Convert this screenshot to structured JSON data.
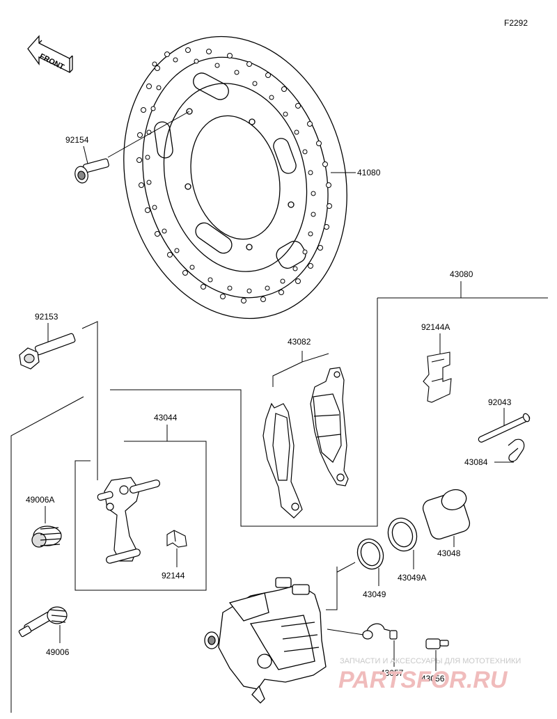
{
  "figure_code": "F2292",
  "front_label": "FRONT",
  "parts": {
    "p92154": "92154",
    "p41080": "41080",
    "p43080": "43080",
    "p92153": "92153",
    "p92144A": "92144A",
    "p43082": "43082",
    "p92043": "92043",
    "p43044": "43044",
    "p43084": "43084",
    "p49006A": "49006A",
    "p43048": "43048",
    "p92144": "92144",
    "p43049A": "43049A",
    "p43049": "43049",
    "p49006": "49006",
    "p43057": "43057",
    "p43056": "43056"
  },
  "watermark": {
    "line1": "ЗАПЧАСТИ И АКСЕССУАРЫ ДЛЯ МОТОТЕХНИКИ",
    "brand": "PARTSFOR.RU"
  },
  "colors": {
    "line": "#000000",
    "watermark_red": "#f0bcbc",
    "watermark_gray": "#c8c8c8"
  }
}
